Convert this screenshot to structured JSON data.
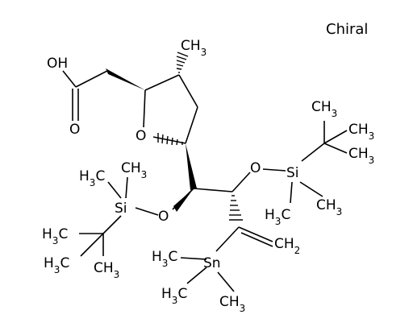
{
  "note_label": "Chiral",
  "atoms": {
    "hydroxyl": "OH",
    "carbonyl_o": "O",
    "ring_o": "O",
    "ring_methyl": "CH3",
    "silyl_o_left": "O",
    "silyl_o_right": "O",
    "si_left": "Si",
    "si_right": "Si",
    "sn": "Sn",
    "methylene": "CH2",
    "left_si_methyl_a": "H3C",
    "left_si_methyl_b": "CH3",
    "left_tbu_methyl_a": "CH3",
    "left_tbu_methyl_b": "H3C",
    "left_tbu_methyl_c": "H3C",
    "right_tbu_methyl_a": "CH3",
    "right_tbu_methyl_b": "CH3",
    "right_tbu_methyl_c": "CH3",
    "right_si_methyl_a": "H3C",
    "right_si_methyl_b": "CH3",
    "sn_methyl_a": "H3C",
    "sn_methyl_b": "H3C",
    "sn_methyl_c": "CH3"
  }
}
